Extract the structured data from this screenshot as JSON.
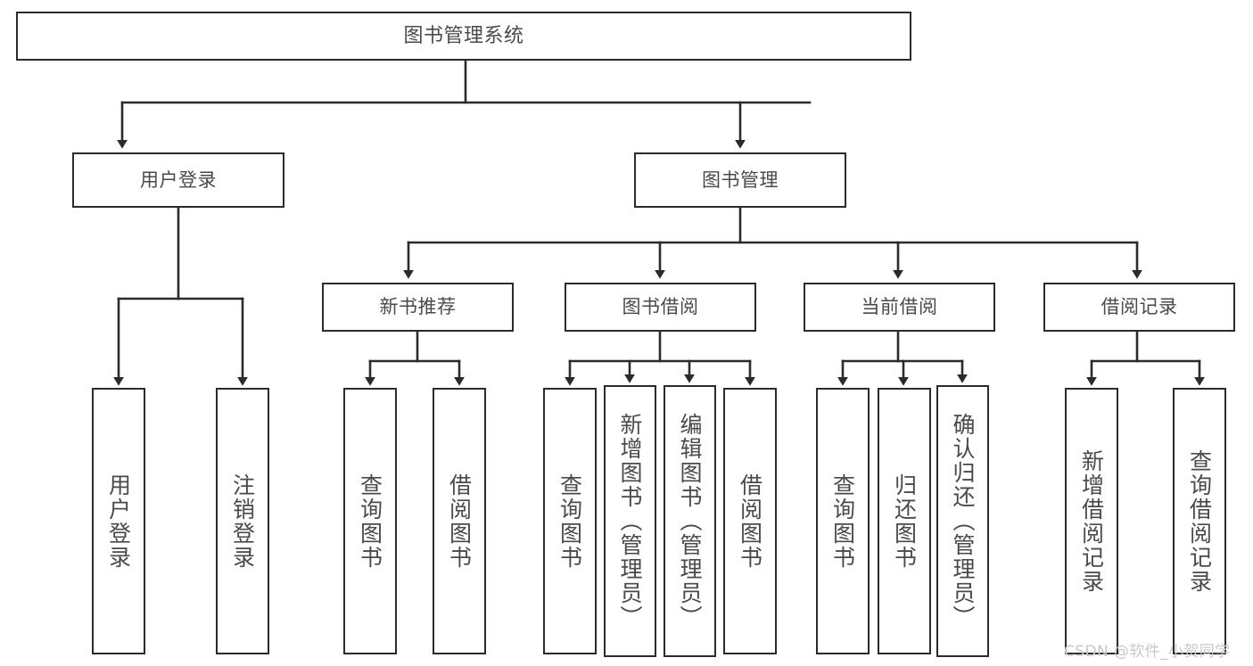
{
  "diagram": {
    "type": "tree-hierarchy",
    "title": "图书管理系统",
    "watermark": "CSDN @软件_小贺同学",
    "colors": {
      "stroke": "#2b2b2b",
      "text": "#4a4a4a",
      "background": "#ffffff",
      "watermark": "#c9c9c9"
    },
    "nodes": {
      "root": {
        "label": "图书管理系统"
      },
      "level1": [
        {
          "id": "user-login",
          "label": "用户登录"
        },
        {
          "id": "book-manage",
          "label": "图书管理"
        }
      ],
      "level2": [
        {
          "id": "new-book-recommend",
          "label": "新书推荐"
        },
        {
          "id": "book-borrow",
          "label": "图书借阅"
        },
        {
          "id": "current-borrow",
          "label": "当前借阅"
        },
        {
          "id": "borrow-record",
          "label": "借阅记录"
        }
      ],
      "leaves": {
        "user-login": [
          {
            "id": "leaf-user-login",
            "label": "用户登录"
          },
          {
            "id": "leaf-logout",
            "label": "注销登录"
          }
        ],
        "new-book-recommend": [
          {
            "id": "leaf-query-book-1",
            "label": "查询图书"
          },
          {
            "id": "leaf-borrow-book-1",
            "label": "借阅图书"
          }
        ],
        "book-borrow": [
          {
            "id": "leaf-query-book-2",
            "label": "查询图书"
          },
          {
            "id": "leaf-add-book",
            "label": "新增图书（管理员）"
          },
          {
            "id": "leaf-edit-book",
            "label": "编辑图书（管理员）"
          },
          {
            "id": "leaf-borrow-book-2",
            "label": "借阅图书"
          }
        ],
        "current-borrow": [
          {
            "id": "leaf-query-book-3",
            "label": "查询图书"
          },
          {
            "id": "leaf-return-book",
            "label": "归还图书"
          },
          {
            "id": "leaf-confirm-return",
            "label": "确认归还（管理员）"
          }
        ],
        "borrow-record": [
          {
            "id": "leaf-add-record",
            "label": "新增借阅记录"
          },
          {
            "id": "leaf-query-record",
            "label": "查询借阅记录"
          }
        ]
      }
    }
  }
}
